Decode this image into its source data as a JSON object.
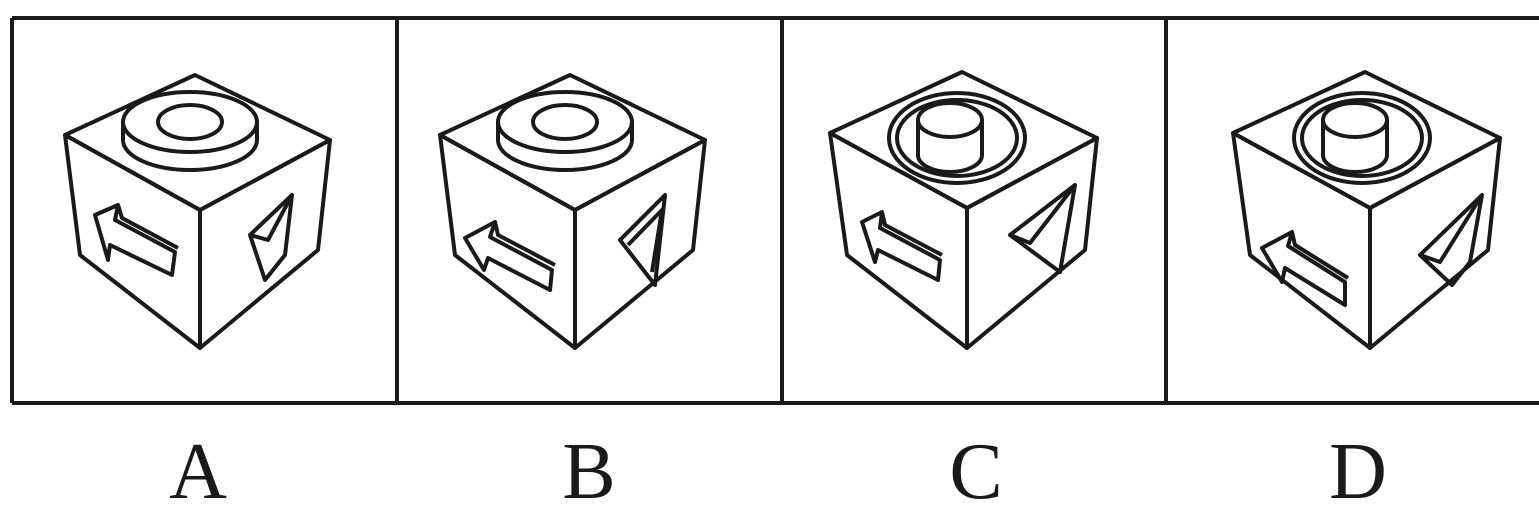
{
  "options": [
    {
      "label": "A",
      "top_face": "ring-recessed",
      "left_face": "arrow-left",
      "right_face": "triangle-tab"
    },
    {
      "label": "B",
      "top_face": "ring-recessed",
      "left_face": "arrow-left",
      "right_face": "triangle-notch"
    },
    {
      "label": "C",
      "top_face": "cylinder-in-socket",
      "left_face": "arrow-left",
      "right_face": "triangle-tab"
    },
    {
      "label": "D",
      "top_face": "cylinder-in-socket",
      "left_face": "arrow-left",
      "right_face": "triangle-tab"
    }
  ],
  "colors": {
    "line": "#1a1a1a",
    "background": "#ffffff"
  }
}
